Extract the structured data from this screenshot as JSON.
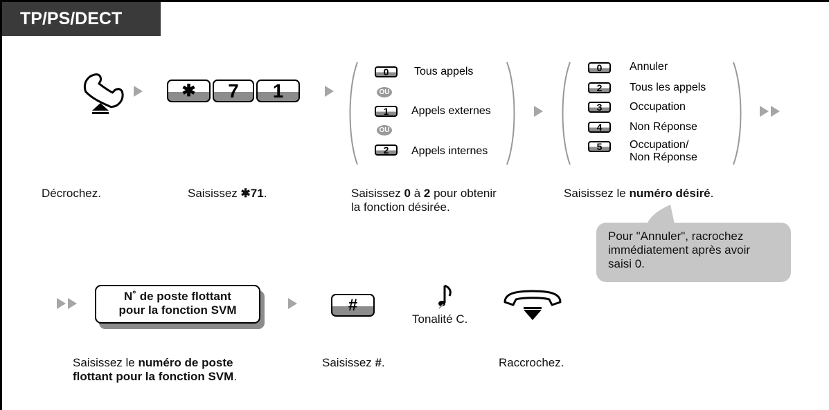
{
  "header": {
    "tab_label": "TP/PS/DECT"
  },
  "icons": {
    "offhook": "handset-lift-icon",
    "onhook": "handset-hangup-icon",
    "tone": "music-note-icon",
    "arrow": "play-arrow-icon",
    "double_arrow": "double-arrow-icon"
  },
  "colors": {
    "tab_bg": "#3a3a3a",
    "key_shade": "#8c8c8c",
    "arrow": "#a6a6a6",
    "bubble": "#c6c6c6"
  },
  "row1": {
    "keys_star71": [
      "✱",
      "7",
      "1"
    ],
    "options_fn": [
      {
        "key": "0",
        "label": "Tous appels"
      },
      {
        "key": "1",
        "label": "Appels externes"
      },
      {
        "key": "2",
        "label": "Appels internes"
      }
    ],
    "ou_label": "OU",
    "options_num": [
      {
        "key": "0",
        "label": "Annuler"
      },
      {
        "key": "2",
        "label": "Tous les appels"
      },
      {
        "key": "3",
        "label": "Occupation"
      },
      {
        "key": "4",
        "label": "Non Réponse"
      },
      {
        "key": "5",
        "label": "Occupation/",
        "label2": "Non Réponse"
      }
    ],
    "captions": {
      "offhook": "Décrochez.",
      "star71_pre": "Saisissez ",
      "star71_bold": "✱71",
      "star71_post": ".",
      "fn_pre": "Saisissez ",
      "fn_b1": "0",
      "fn_mid": " à ",
      "fn_b2": "2",
      "fn_post": " pour obtenir",
      "fn_line2": "la fonction désirée.",
      "num_pre": "Saisissez le ",
      "num_bold": "numéro désiré",
      "num_post": "."
    },
    "bubble_lines": [
      "Pour \"Annuler\", racrochez",
      "immédiatement après avoir",
      "saisi 0."
    ]
  },
  "row2": {
    "floating_box_lines": [
      "N˚ de poste flottant",
      "pour la fonction SVM"
    ],
    "hash_key": "#",
    "tone_label": "Tonalité C.",
    "captions": {
      "flt_pre": "Saisissez le ",
      "flt_bold1": "numéro de poste",
      "flt_bold2": "flottant pour la fonction SVM",
      "flt_post": ".",
      "hash_pre": "Saisissez ",
      "hash_bold": "#",
      "hash_post": ".",
      "hangup": "Raccrochez."
    }
  }
}
